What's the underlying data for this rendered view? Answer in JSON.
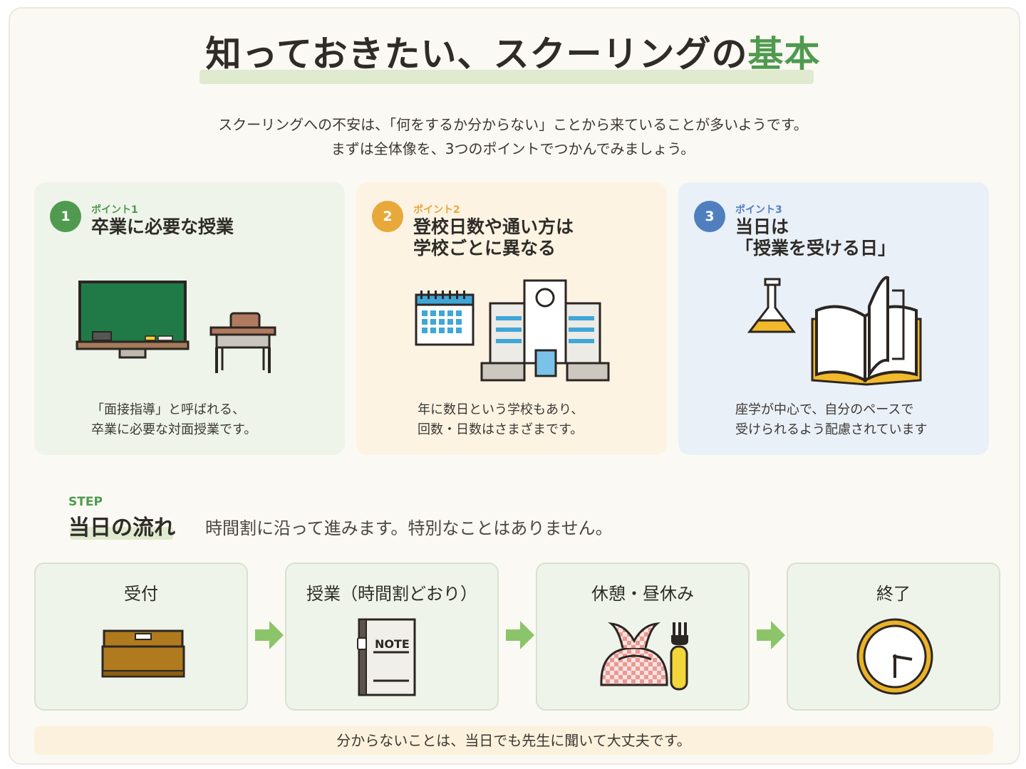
{
  "header": {
    "title_main": "知っておきたい、スクーリングの",
    "title_accent": "基本",
    "intro_line1": "スクーリングへの不安は、「何をするか分からない」ことから来ていることが多いようです。",
    "intro_line2": "まずは全体像を、3つのポイントでつかんでみましょう。"
  },
  "points": [
    {
      "number": "1",
      "label": "ポイント1",
      "title_line1": "卒業に必要な授業",
      "title_line2": "",
      "desc_line1": "「面接指導」と呼ばれる、",
      "desc_line2": "卒業に必要な対面授業です。",
      "icons": [
        "blackboard-icon",
        "school-desk-icon"
      ]
    },
    {
      "number": "2",
      "label": "ポイント2",
      "title_line1": "登校日数や通い方は",
      "title_line2": "学校ごとに異なる",
      "desc_line1": "年に数日という学校もあり、",
      "desc_line2": "回数・日数はさまざまです。",
      "icons": [
        "calendar-icon",
        "school-building-icon"
      ]
    },
    {
      "number": "3",
      "label": "ポイント3",
      "title_line1": "当日は",
      "title_line2": "「授業を受ける日」",
      "desc_line1": "座学が中心で、自分のペースで",
      "desc_line2": "受けられるよう配慮されています",
      "icons": [
        "flask-icon",
        "open-book-icon"
      ]
    }
  ],
  "steps": {
    "label": "STEP",
    "title": "当日の流れ",
    "subtitle": "時間割に沿って進みます。特別なことはありません。",
    "items": [
      {
        "title": "受付",
        "icon": "reception-box-icon"
      },
      {
        "title": "授業（時間割どおり）",
        "icon": "notebook-icon",
        "icon_text": "NOTE"
      },
      {
        "title": "休憩・昼休み",
        "icon": "lunch-icon"
      },
      {
        "title": "終了",
        "icon": "clock-icon"
      }
    ]
  },
  "footer": {
    "note": "分からないことは、当日でも先生に聞いて大丈夫です。"
  },
  "colors": {
    "green": "#4f9a4f",
    "orange": "#e8a83a",
    "blue": "#4f7fbf",
    "arrow": "#8cc46a"
  }
}
